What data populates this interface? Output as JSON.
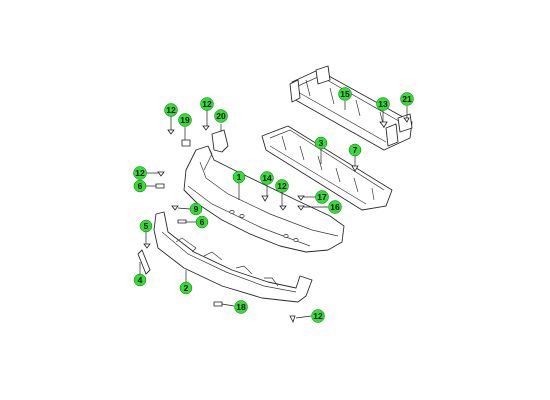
{
  "colors": {
    "callout_fill": "#33dd33",
    "part_stroke": "#2a2a2a",
    "background": "#ffffff"
  },
  "callouts": [
    {
      "id": "c1",
      "label": "1"
    },
    {
      "id": "c2",
      "label": "2"
    },
    {
      "id": "c3",
      "label": "3"
    },
    {
      "id": "c4",
      "label": "4"
    },
    {
      "id": "c5",
      "label": "5"
    },
    {
      "id": "c6a",
      "label": "6"
    },
    {
      "id": "c6b",
      "label": "6"
    },
    {
      "id": "c7",
      "label": "7"
    },
    {
      "id": "c9",
      "label": "9"
    },
    {
      "id": "c12a",
      "label": "12"
    },
    {
      "id": "c12b",
      "label": "12"
    },
    {
      "id": "c12c",
      "label": "12"
    },
    {
      "id": "c12d",
      "label": "12"
    },
    {
      "id": "c12e",
      "label": "12"
    },
    {
      "id": "c13",
      "label": "13"
    },
    {
      "id": "c14",
      "label": "14"
    },
    {
      "id": "c15",
      "label": "15"
    },
    {
      "id": "c16",
      "label": "16"
    },
    {
      "id": "c17",
      "label": "17"
    },
    {
      "id": "c18",
      "label": "18"
    },
    {
      "id": "c19",
      "label": "19"
    },
    {
      "id": "c20",
      "label": "20"
    },
    {
      "id": "c21",
      "label": "21"
    }
  ]
}
